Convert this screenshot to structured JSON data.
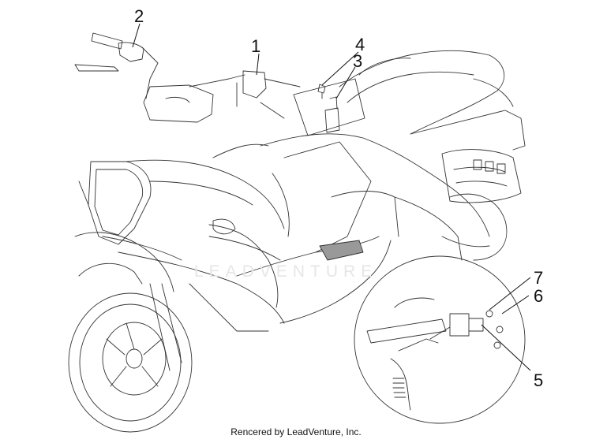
{
  "callouts": [
    {
      "id": "1",
      "label": "1"
    },
    {
      "id": "2",
      "label": "2"
    },
    {
      "id": "3",
      "label": "3"
    },
    {
      "id": "4",
      "label": "4"
    },
    {
      "id": "5",
      "label": "5"
    },
    {
      "id": "6",
      "label": "6"
    },
    {
      "id": "7",
      "label": "7"
    }
  ],
  "watermark": "LEADVENTURE",
  "footer": "Rencered by LeadVenture, Inc."
}
